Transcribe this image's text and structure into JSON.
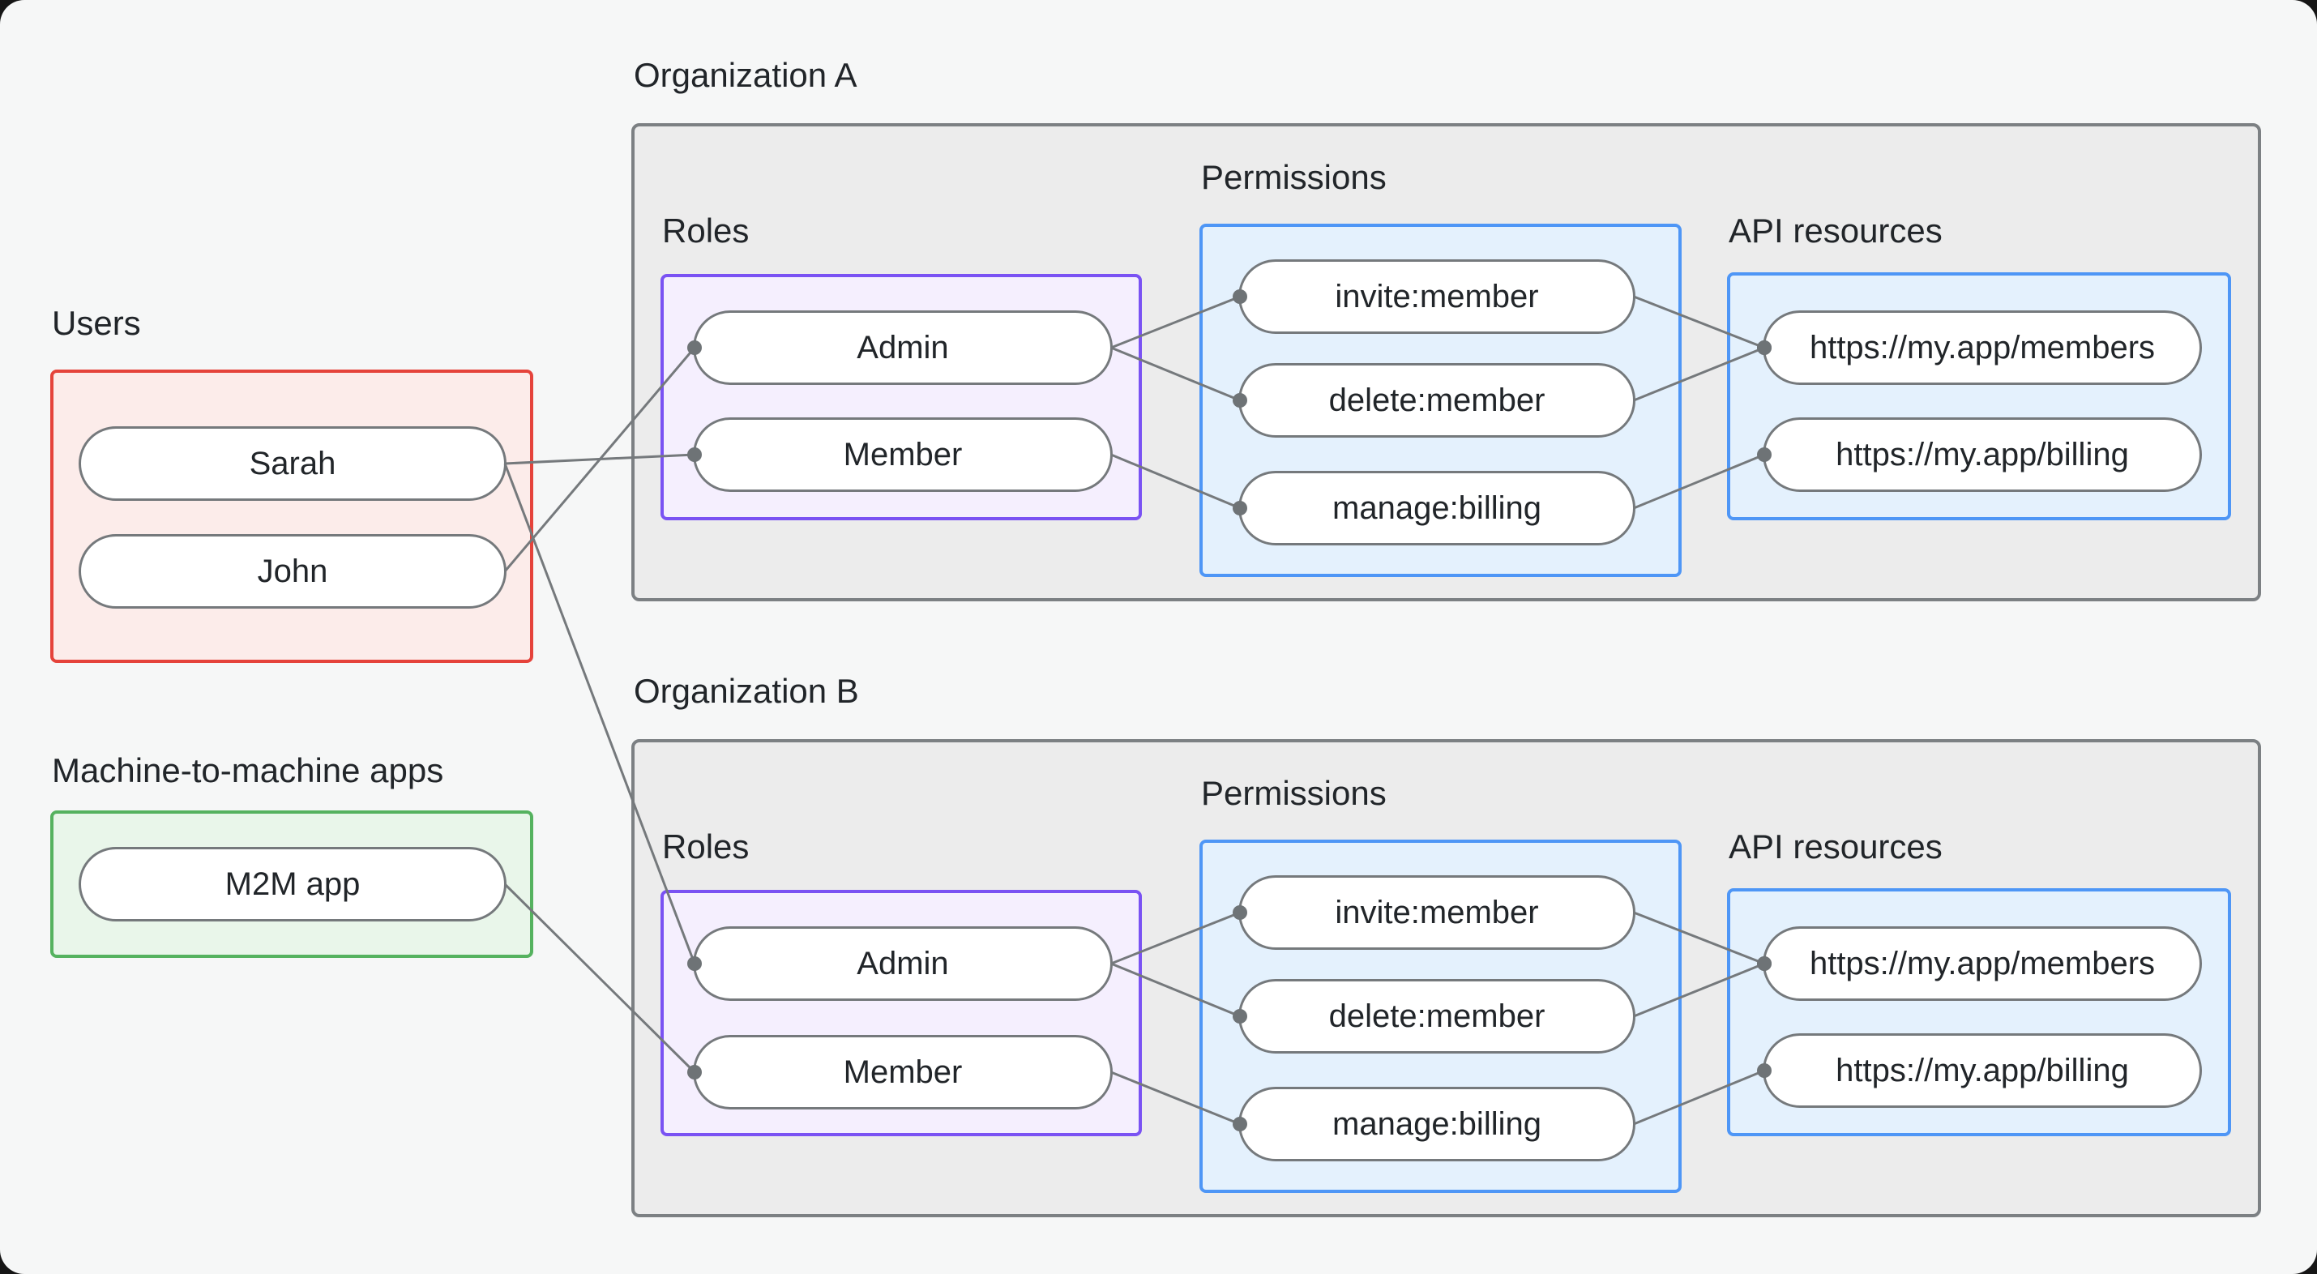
{
  "diagram_title": "Organization role-based access control diagram",
  "groups": {
    "users": {
      "label": "Users"
    },
    "m2m": {
      "label": "Machine-to-machine apps"
    },
    "orgA": {
      "label": "Organization A",
      "roles_label": "Roles",
      "permissions_label": "Permissions",
      "api_label": "API resources"
    },
    "orgB": {
      "label": "Organization B",
      "roles_label": "Roles",
      "permissions_label": "Permissions",
      "api_label": "API resources"
    }
  },
  "nodes": {
    "sarah": "Sarah",
    "john": "John",
    "m2m_app": "M2M app",
    "orgA_admin": "Admin",
    "orgA_member": "Member",
    "orgA_invite": "invite:member",
    "orgA_delete": "delete:member",
    "orgA_manage": "manage:billing",
    "orgA_members_api": "https://my.app/members",
    "orgA_billing_api": "https://my.app/billing",
    "orgB_admin": "Admin",
    "orgB_member": "Member",
    "orgB_invite": "invite:member",
    "orgB_delete": "delete:member",
    "orgB_manage": "manage:billing",
    "orgB_members_api": "https://my.app/members",
    "orgB_billing_api": "https://my.app/billing"
  },
  "edges": [
    {
      "from": "sarah",
      "to": "orgA_member"
    },
    {
      "from": "john",
      "to": "orgA_admin"
    },
    {
      "from": "sarah",
      "to": "orgB_admin"
    },
    {
      "from": "m2m_app",
      "to": "orgB_member"
    },
    {
      "from": "orgA_admin",
      "to": "orgA_invite"
    },
    {
      "from": "orgA_admin",
      "to": "orgA_delete"
    },
    {
      "from": "orgA_member",
      "to": "orgA_manage"
    },
    {
      "from": "orgA_invite",
      "to": "orgA_members_api"
    },
    {
      "from": "orgA_delete",
      "to": "orgA_members_api"
    },
    {
      "from": "orgA_manage",
      "to": "orgA_billing_api"
    },
    {
      "from": "orgB_admin",
      "to": "orgB_invite"
    },
    {
      "from": "orgB_admin",
      "to": "orgB_delete"
    },
    {
      "from": "orgB_member",
      "to": "orgB_manage"
    },
    {
      "from": "orgB_invite",
      "to": "orgB_members_api"
    },
    {
      "from": "orgB_delete",
      "to": "orgB_members_api"
    },
    {
      "from": "orgB_manage",
      "to": "orgB_billing_api"
    }
  ],
  "colors": {
    "bg": "#f6f7f7",
    "text": "#212529",
    "line": "#75797c",
    "dot": "#6e7376",
    "node_fill": "#ffffff",
    "org_fill": "#ececec",
    "org_border": "#7c8083",
    "red": "#e5433b",
    "red_fill": "#fcecea",
    "green": "#55b25f",
    "green_fill": "#e9f6ea",
    "purple": "#7a52f3",
    "purple_fill": "#f5effe",
    "blue": "#4e96f6",
    "blue_fill": "#e4f1fd"
  }
}
